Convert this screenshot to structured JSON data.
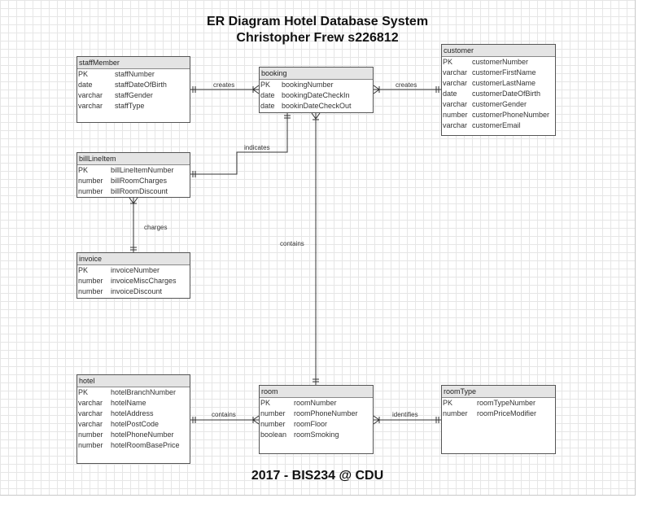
{
  "title": {
    "line1": "ER Diagram Hotel Database System",
    "line2": "Christopher Frew s226812"
  },
  "footer": "2017 - BIS234 @ CDU",
  "entities": {
    "staffMember": {
      "name": "staffMember",
      "rows": [
        {
          "type": "PK",
          "field": "staffNumber"
        },
        {
          "type": "date",
          "field": "staffDateOfBirth"
        },
        {
          "type": "varchar",
          "field": "staffGender"
        },
        {
          "type": "varchar",
          "field": "staffType"
        }
      ]
    },
    "booking": {
      "name": "booking",
      "rows": [
        {
          "type": "PK",
          "field": "bookingNumber"
        },
        {
          "type": "date",
          "field": "bookingDateCheckIn"
        },
        {
          "type": "date",
          "field": "bookinDateCheckOut"
        }
      ]
    },
    "customer": {
      "name": "customer",
      "rows": [
        {
          "type": "PK",
          "field": "customerNumber"
        },
        {
          "type": "varchar",
          "field": "customerFirstName"
        },
        {
          "type": "varchar",
          "field": "customerLastName"
        },
        {
          "type": "date",
          "field": "customerDateOfBirth"
        },
        {
          "type": "varchar",
          "field": "customerGender"
        },
        {
          "type": "number",
          "field": "customerPhoneNumber"
        },
        {
          "type": "varchar",
          "field": "customerEmail"
        }
      ]
    },
    "billLineItem": {
      "name": "billLineItem",
      "rows": [
        {
          "type": "PK",
          "field": "billLineItemNumber"
        },
        {
          "type": "number",
          "field": "billRoomCharges"
        },
        {
          "type": "number",
          "field": "billRoomDiscount"
        }
      ]
    },
    "invoice": {
      "name": "invoice",
      "rows": [
        {
          "type": "PK",
          "field": "invoiceNumber"
        },
        {
          "type": "number",
          "field": "invoiceMiscCharges"
        },
        {
          "type": "number",
          "field": "invoiceDiscount"
        }
      ]
    },
    "hotel": {
      "name": "hotel",
      "rows": [
        {
          "type": "PK",
          "field": "hotelBranchNumber"
        },
        {
          "type": "varchar",
          "field": "hotelName"
        },
        {
          "type": "varchar",
          "field": "hotelAddress"
        },
        {
          "type": "varchar",
          "field": "hotelPostCode"
        },
        {
          "type": "number",
          "field": "hotelPhoneNumber"
        },
        {
          "type": "number",
          "field": "hotelRoomBasePrice"
        }
      ]
    },
    "room": {
      "name": "room",
      "rows": [
        {
          "type": "PK",
          "field": "roomNumber"
        },
        {
          "type": "number",
          "field": "roomPhoneNumber"
        },
        {
          "type": "number",
          "field": "roomFloor"
        },
        {
          "type": "boolean",
          "field": "roomSmoking"
        }
      ]
    },
    "roomType": {
      "name": "roomType",
      "rows": [
        {
          "type": "PK",
          "field": "roomTypeNumber"
        },
        {
          "type": "number",
          "field": "roomPriceModifier"
        }
      ]
    }
  },
  "relationships": {
    "staff_booking": "creates",
    "booking_customer": "creates",
    "booking_bill": "indicates",
    "bill_invoice": "charges",
    "booking_room": "contains",
    "hotel_room": "contains",
    "room_roomtype": "identifies"
  },
  "colors": {
    "header_bg": "#e4e4e4",
    "grid": "#e6e6e6",
    "line": "#333333"
  }
}
